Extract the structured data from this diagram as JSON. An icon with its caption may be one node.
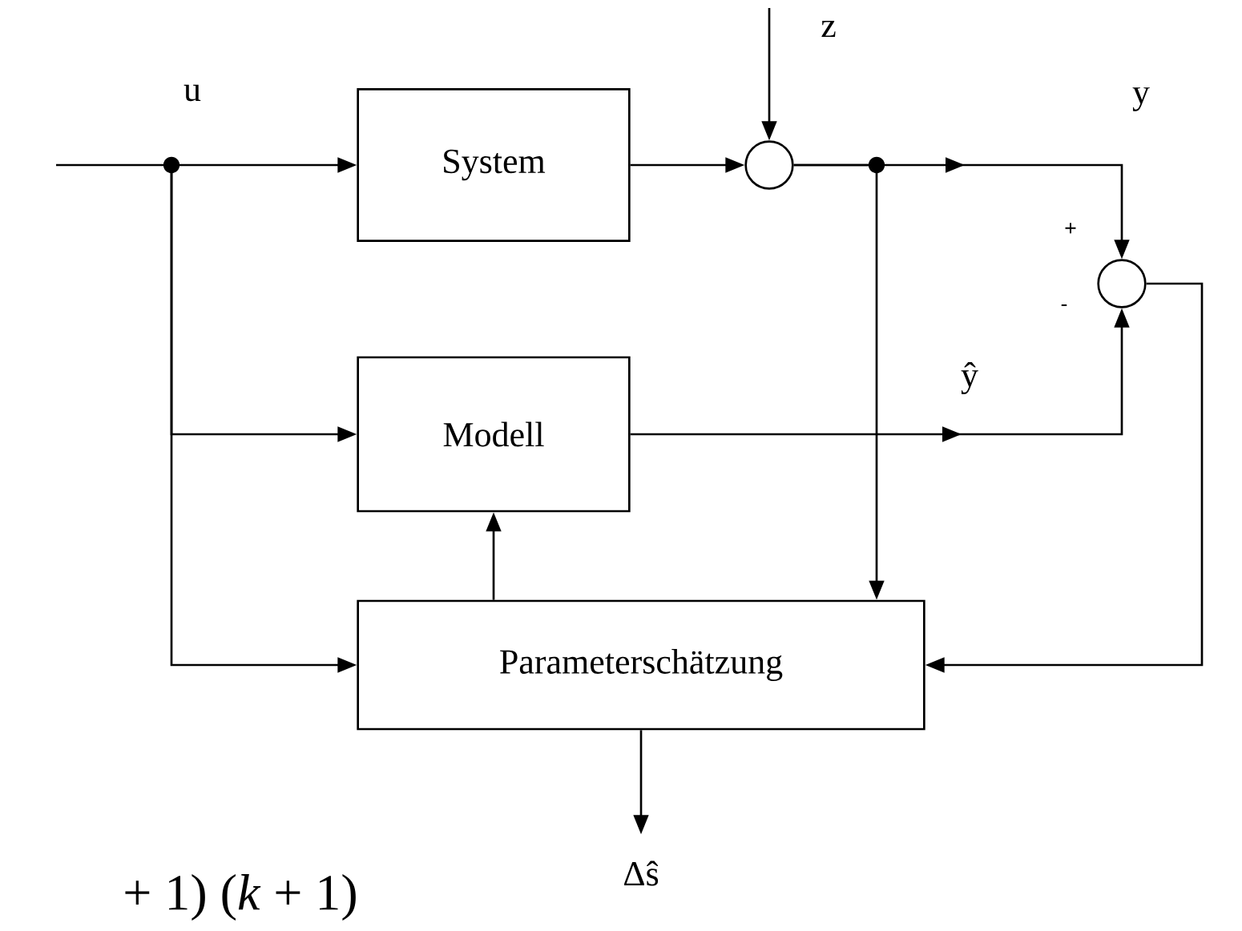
{
  "diagram": {
    "nodes": [
      {
        "text": [
          "System"
        ]
      },
      {
        "text": [
          "Modell"
        ]
      },
      {
        "text": [
          "Parameterschätzung"
        ]
      },
      {
        "text": [],
        "shape": "circle"
      },
      {
        "text": [],
        "shape": "circle"
      }
    ],
    "edges": [
      {
        "from": null,
        "to": 0,
        "arrow": "to",
        "label": "u"
      },
      {
        "from": null,
        "to": 1,
        "arrow": "to"
      },
      {
        "from": null,
        "to": 2,
        "arrow": "to"
      },
      {
        "from": 0,
        "to": 3,
        "arrow": "to"
      },
      {
        "from": null,
        "to": 3,
        "arrow": "to",
        "label": "z"
      },
      {
        "from": 3,
        "to": 4,
        "arrow": "to",
        "label": "y"
      },
      {
        "from": 3,
        "to": 2,
        "arrow": "to"
      },
      {
        "from": 1,
        "to": 4,
        "arrow": "to",
        "label": "ŷ"
      },
      {
        "from": 4,
        "to": 2,
        "arrow": "to"
      },
      {
        "from": 2,
        "to": 1,
        "arrow": "to"
      },
      {
        "from": 2,
        "to": null,
        "arrow": "to",
        "label": "Δŝ"
      }
    ],
    "labels": [
      "+",
      "-",
      "+ 1) (*k* + 1)"
    ]
  }
}
